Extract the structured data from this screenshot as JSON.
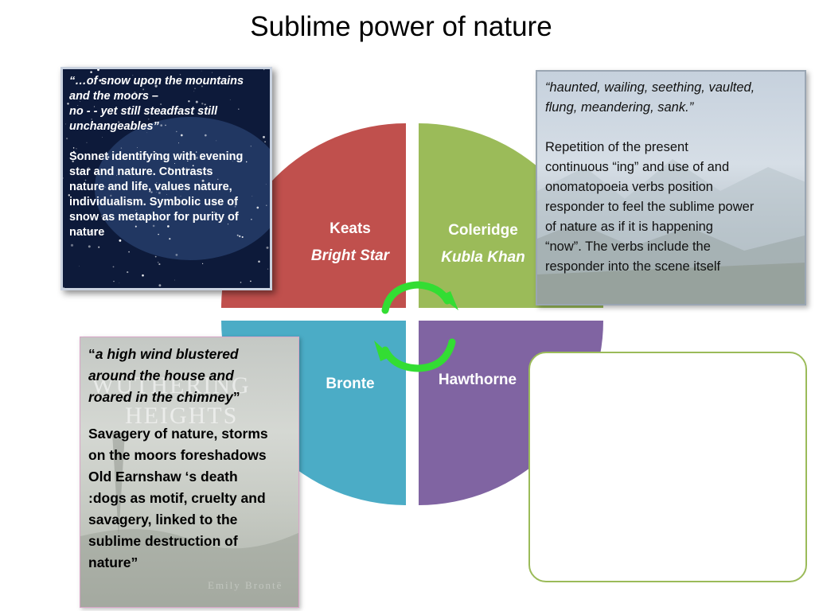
{
  "slide": {
    "title": "Sublime power of nature"
  },
  "quadrants": {
    "keats": {
      "name": "Keats",
      "work": "Bright Star",
      "color": "#c0504d"
    },
    "coleridge": {
      "name": "Coleridge",
      "work": "Kubla Khan",
      "color": "#9bbb59"
    },
    "bronte": {
      "name": "Bronte",
      "color": "#4bacc6"
    },
    "hawthorne": {
      "name": "Hawthorne",
      "color": "#8064a2"
    }
  },
  "arrows_color": "#33dd33",
  "boxes": {
    "keats": {
      "quote_lines": [
        "“…of snow upon the mountains",
        "and the moors –",
        "no  - - yet still steadfast still",
        "unchangeables”"
      ],
      "desc_lines": [
        "Sonnet identifying with evening",
        "star and nature. Contrasts",
        "nature and life, values nature,",
        "individualism. Symbolic use of",
        "snow as metaphor  for purity of",
        "nature"
      ]
    },
    "coleridge": {
      "quote_lines": [
        "“haunted, wailing, seething, vaulted,",
        "flung, meandering, sank.”"
      ],
      "desc_lines": [
        "Repetition of the present",
        "continuous “ing” and use of and",
        "onomatopoeia verbs position",
        "responder to feel the sublime power",
        "of nature  as if it is happening",
        "“now”. The verbs include the",
        "responder into the scene itself"
      ]
    },
    "bronte": {
      "quote_open": "“",
      "quote_lines": [
        "a high wind blustered",
        "around the house and",
        "roared in the chimney"
      ],
      "quote_close": "”",
      "desc_lines": [
        "Savagery of nature, storms",
        "on the moors foreshadows",
        "Old Earnshaw ‘s death",
        ":dogs as motif, cruelty and",
        "savagery, linked to the",
        "sublime destruction of",
        "nature”"
      ],
      "book_title_1": "WUTHERING",
      "book_title_2": "HEIGHTS",
      "book_author": "Emily Brontë"
    },
    "hawthorne": {
      "content": ""
    }
  }
}
